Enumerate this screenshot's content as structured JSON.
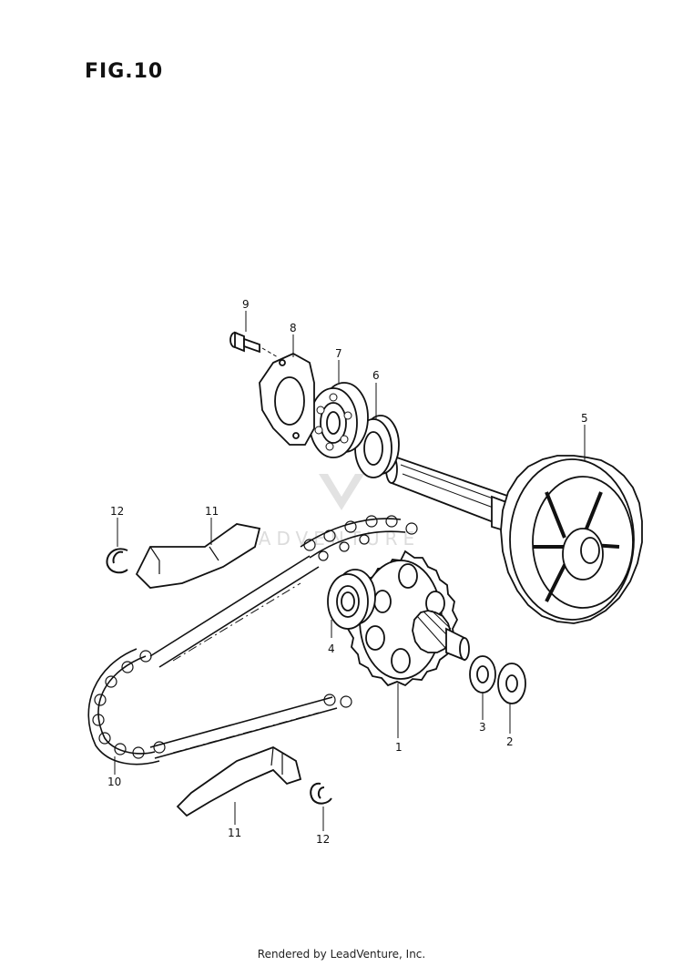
{
  "figure": {
    "title": "FIG.10"
  },
  "watermark": "LEADVENTURE",
  "footer": "Rendered by LeadVenture, Inc.",
  "callouts": [
    {
      "id": "c1",
      "label": "1",
      "part": "drive sprocket with gear"
    },
    {
      "id": "c2",
      "label": "2",
      "part": "washer"
    },
    {
      "id": "c3",
      "label": "3",
      "part": "washer"
    },
    {
      "id": "c4",
      "label": "4",
      "part": "bearing"
    },
    {
      "id": "c5",
      "label": "5",
      "part": "shaft with driven gear"
    },
    {
      "id": "c6",
      "label": "6",
      "part": "oil seal"
    },
    {
      "id": "c7",
      "label": "7",
      "part": "bearing"
    },
    {
      "id": "c8",
      "label": "8",
      "part": "bearing retainer"
    },
    {
      "id": "c9",
      "label": "9",
      "part": "bolt"
    },
    {
      "id": "c10",
      "label": "10",
      "part": "chain"
    },
    {
      "id": "c11a",
      "label": "11",
      "part": "chain guide (upper)"
    },
    {
      "id": "c11b",
      "label": "11",
      "part": "chain guide (lower)"
    },
    {
      "id": "c12a",
      "label": "12",
      "part": "clip (upper)"
    },
    {
      "id": "c12b",
      "label": "12",
      "part": "clip (lower)"
    }
  ]
}
